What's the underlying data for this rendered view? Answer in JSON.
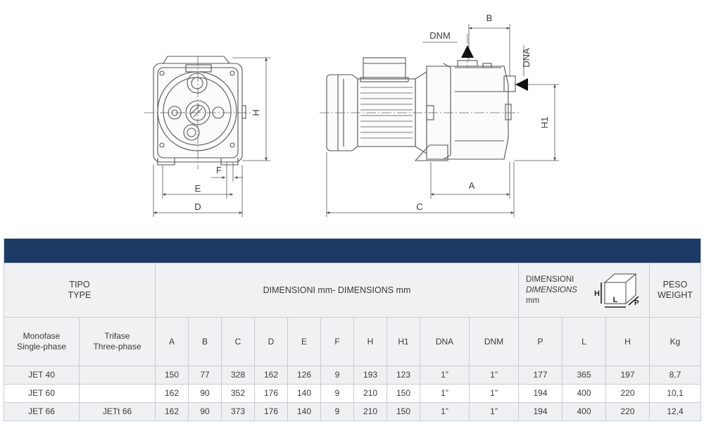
{
  "drawing_labels": {
    "front": {
      "H": "H",
      "F": "F",
      "E": "E",
      "D": "D"
    },
    "side": {
      "B": "B",
      "DNM": "DNM",
      "DNA": "DNA",
      "H1": "H1",
      "A": "A",
      "C": "C"
    }
  },
  "table": {
    "type_header": {
      "it": "TIPO",
      "en": "TYPE"
    },
    "dims_header": "DIMENSIONI mm- DIMENSIONS mm",
    "pack_header": {
      "line1": "DIMENSIONI",
      "line2": "DIMENSIONS",
      "line3": "mm",
      "cube_H": "H",
      "cube_L": "L",
      "cube_P": "P"
    },
    "weight_header": {
      "it": "PESO",
      "en": "WEIGHT"
    },
    "sub_headers": {
      "mono": {
        "it": "Monofase",
        "en": "Single-phase"
      },
      "tri": {
        "it": "Trifase",
        "en": "Three-phase"
      },
      "cols": [
        "A",
        "B",
        "C",
        "D",
        "E",
        "F",
        "H",
        "H1",
        "DNA",
        "DNM",
        "P",
        "L",
        "H",
        "Kg"
      ]
    },
    "rows": [
      {
        "mono": "JET 40",
        "tri": "",
        "vals": [
          "150",
          "77",
          "328",
          "162",
          "126",
          "9",
          "193",
          "123",
          "1”",
          "1”",
          "177",
          "365",
          "197",
          "8,7"
        ]
      },
      {
        "mono": "JET 60",
        "tri": "",
        "vals": [
          "162",
          "90",
          "352",
          "176",
          "140",
          "9",
          "210",
          "150",
          "1”",
          "1”",
          "194",
          "400",
          "220",
          "10,1"
        ]
      },
      {
        "mono": "JET 66",
        "tri": "JETt 66",
        "vals": [
          "162",
          "90",
          "373",
          "176",
          "140",
          "9",
          "210",
          "150",
          "1”",
          "1”",
          "194",
          "400",
          "220",
          "12,4"
        ]
      }
    ]
  }
}
